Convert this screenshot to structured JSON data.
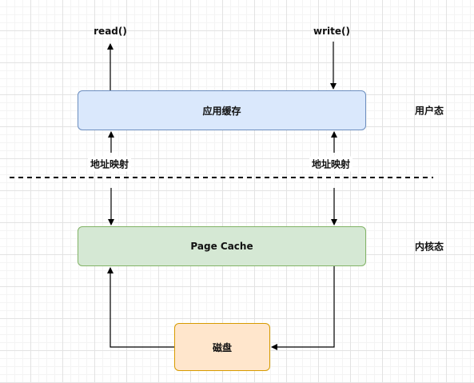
{
  "diagram": {
    "top_left_label": "read()",
    "top_right_label": "write()",
    "app_cache_label": "应用缓存",
    "user_mode_label": "用户态",
    "left_mapping_label": "地址映射",
    "right_mapping_label": "地址映射",
    "page_cache_label": "Page Cache",
    "kernel_mode_label": "内核态",
    "disk_label": "磁盘"
  },
  "colors": {
    "app_cache_fill": "#dae8fc",
    "app_cache_stroke": "#6c8ebf",
    "page_cache_fill": "#d5e8d4",
    "page_cache_stroke": "#82b366",
    "disk_fill": "#ffe6cc",
    "disk_stroke": "#d79b00",
    "line": "#000000"
  }
}
